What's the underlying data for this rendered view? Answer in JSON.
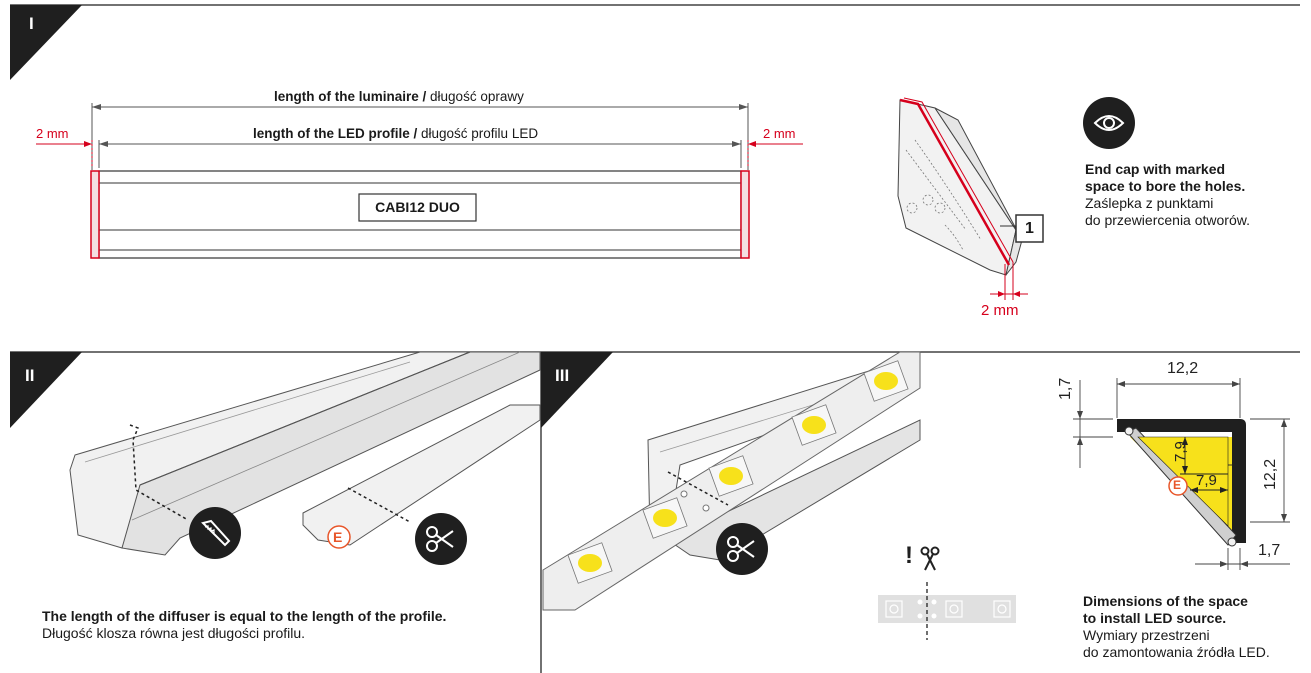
{
  "sections": [
    {
      "number": "I"
    },
    {
      "number": "II"
    },
    {
      "number": "III"
    }
  ],
  "section1": {
    "luminaire_label_bold": "length of the luminaire",
    "luminaire_label_sep": " / ",
    "luminaire_label_pl": "długość oprawy",
    "profile_label_bold": "length of the LED profile",
    "profile_label_sep": " / ",
    "profile_label_pl": "długość profilu LED",
    "gap_left": "2 mm",
    "gap_right": "2 mm",
    "product_name": "CABI12 DUO",
    "endcap_gap": "2 mm",
    "callout_number": "1",
    "eye_icon": "eye-icon",
    "caption_en_1": "End cap with marked",
    "caption_en_2": "space to bore the holes.",
    "caption_pl_1": "Zaślepka z punktami",
    "caption_pl_2": "do przewiercenia otworów."
  },
  "section2": {
    "saw_icon": "saw-icon",
    "scissors_icon": "scissors-icon",
    "e_marker": "E",
    "caption_en": "The length of the diffuser is equal to the length of the profile.",
    "caption_pl": "Długość klosza równa jest długości profilu."
  },
  "section3": {
    "scissors_icon": "scissors-icon",
    "cut_warning": "!",
    "dimensions": {
      "top_width": "12,2",
      "wall_top": "1,7",
      "led_height": "7,9",
      "led_width": "7,9",
      "right_height": "12,2",
      "wall_bottom": "1,7"
    },
    "e_marker": "E",
    "caption_en_1": "Dimensions of the space",
    "caption_en_2": "to install LED source.",
    "caption_pl_1": "Wymiary przestrzeni",
    "caption_pl_2": "do zamontowania źródła LED."
  },
  "colors": {
    "accent_red": "#d6001c",
    "dark": "#1f1f1f",
    "led_yellow": "#f7e11b",
    "orange_marker": "#e8562a",
    "profile_gray": "#e6e6e6"
  }
}
